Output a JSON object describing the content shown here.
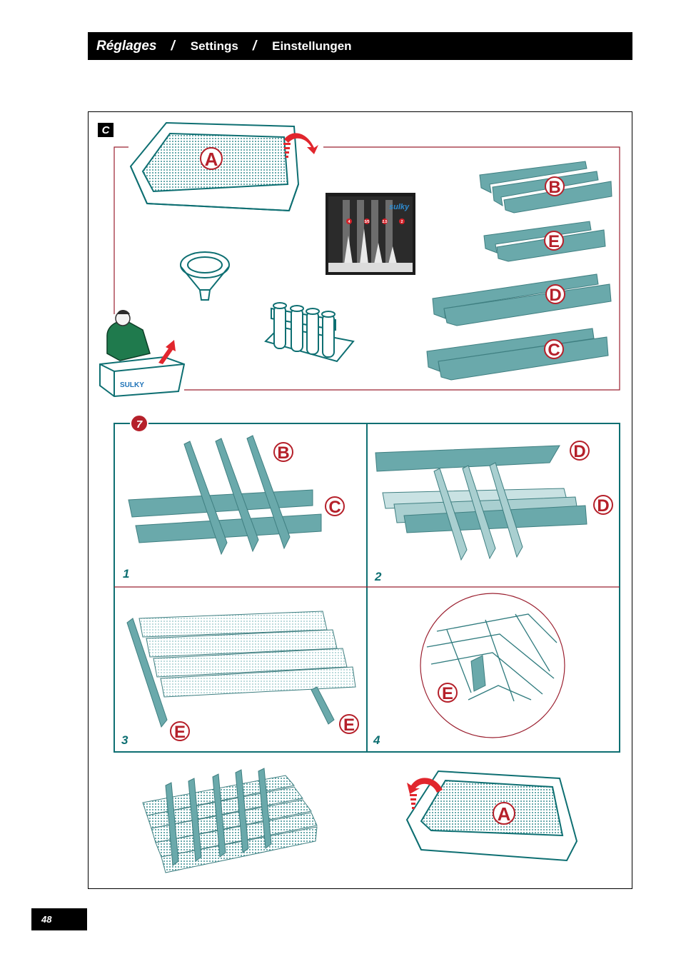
{
  "header": {
    "title_fr": "Réglages",
    "separator": "/",
    "title_en": "Settings",
    "title_de": "Einstellungen"
  },
  "section_badge": "C",
  "kit_labels": {
    "tray": "A",
    "strip_b": "B",
    "strip_e": "E",
    "strip_d": "D",
    "strip_c": "C"
  },
  "tester_marks": [
    "4",
    "3/5",
    "2.5",
    "2"
  ],
  "tester_logo": "sulky",
  "box_logo": "SULKY",
  "step_badge": "7",
  "steps": [
    {
      "number": "1",
      "labels": [
        "B",
        "C"
      ]
    },
    {
      "number": "2",
      "labels": [
        "D",
        "D"
      ]
    },
    {
      "number": "3",
      "labels": [
        "E",
        "E"
      ]
    },
    {
      "number": "4",
      "labels": [
        "E"
      ]
    }
  ],
  "final_tray_label": "A",
  "page_number": "48",
  "colors": {
    "teal": "#0e6f72",
    "strip": "#6aa9ab",
    "strip_light": "#a9cfd0",
    "red": "#b5202a",
    "frame_red": "#9b2030"
  }
}
